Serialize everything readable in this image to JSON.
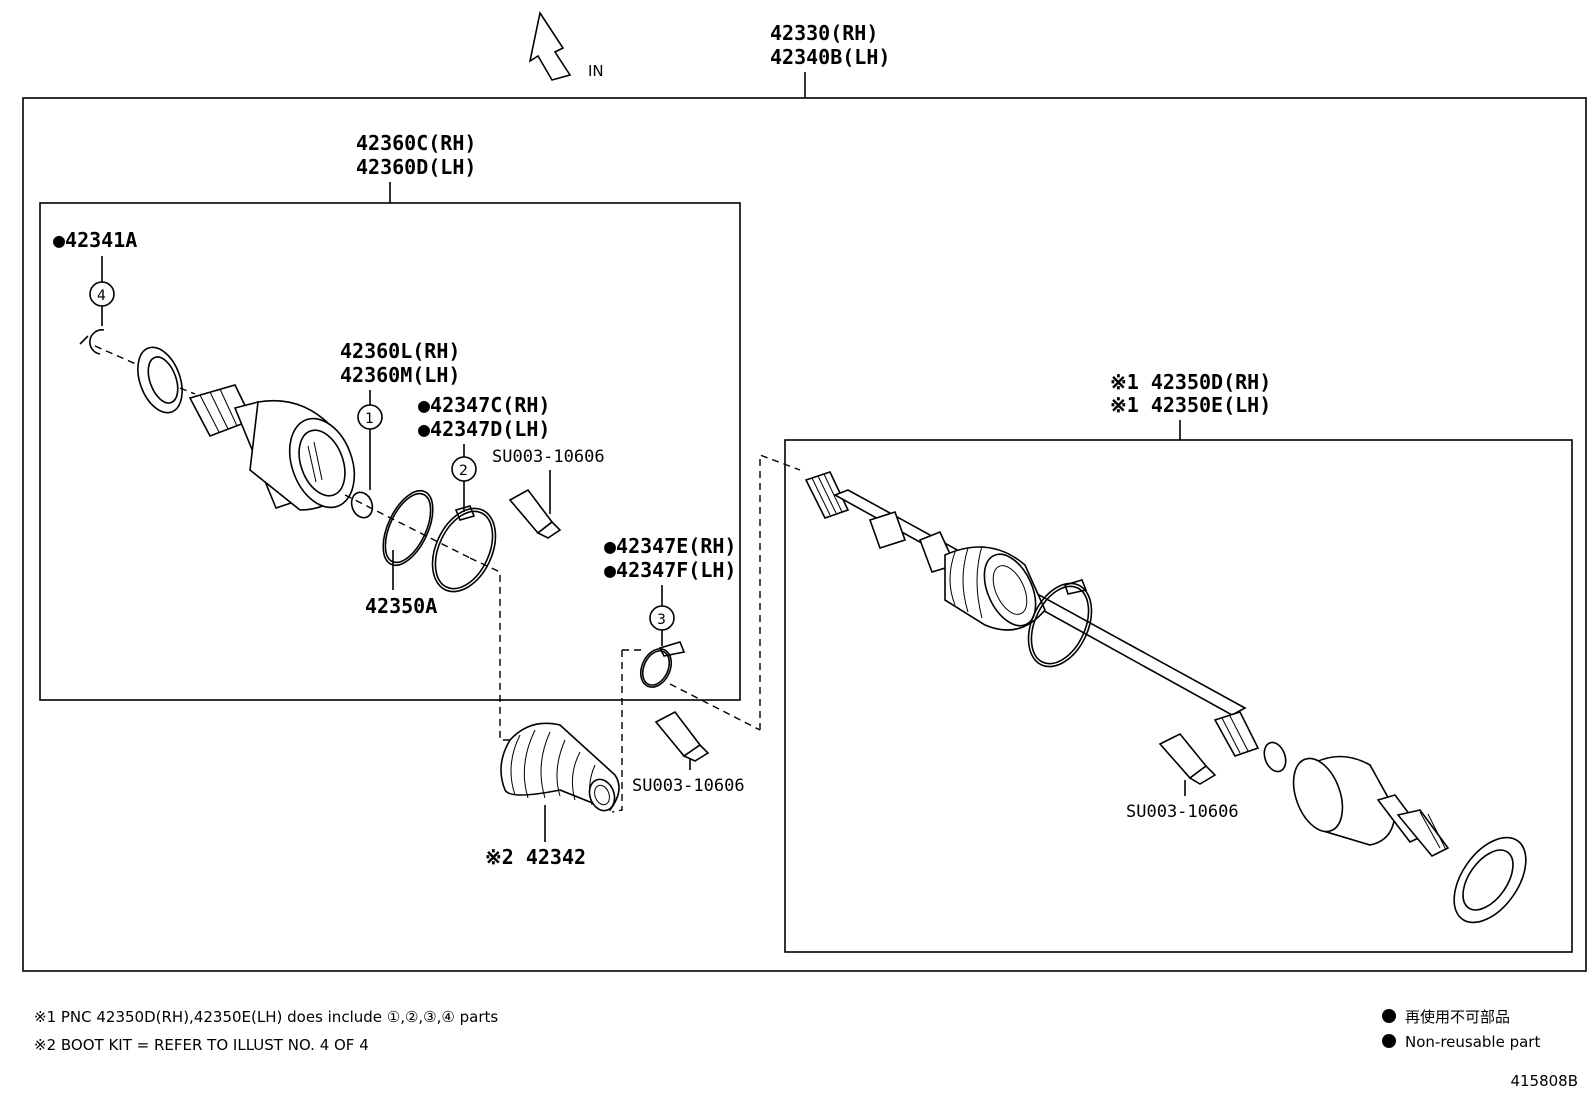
{
  "direction": {
    "label": "IN"
  },
  "assembly": {
    "rh": "42330(RH)",
    "lh": "42340B(LH)"
  },
  "inboard_joint": {
    "rh": "42360C(RH)",
    "lh": "42360D(LH)"
  },
  "snap_ring_outer": {
    "label": "●42341A",
    "ref": "4"
  },
  "inner_race": {
    "rh": "42360L(RH)",
    "lh": "42360M(LH)",
    "ref": "1"
  },
  "boot_clamp_large": {
    "rh": "●42347C(RH)",
    "lh": "●42347D(LH)",
    "ref": "2"
  },
  "boot_clamp_small": {
    "rh": "●42347E(RH)",
    "lh": "●42347F(LH)",
    "ref": "3"
  },
  "grease_1": {
    "label": "SU003-10606"
  },
  "grease_2": {
    "label": "SU003-10606"
  },
  "grease_3": {
    "label": "SU003-10606"
  },
  "ring_42350a": {
    "label": "42350A"
  },
  "boot": {
    "label": "※2 42342"
  },
  "outboard_shaft": {
    "rh": "※1 42350D(RH)",
    "lh": "※1 42350E(LH)"
  },
  "notes": [
    "※1 PNC 42350D(RH),42350E(LH) does include ①,②,③,④ parts",
    "※2 BOOT KIT = REFER TO ILLUST NO. 4 OF 4"
  ],
  "legend": {
    "jp": "再使用不可部品",
    "en": "Non-reusable part"
  },
  "illustration_id": "415808B"
}
